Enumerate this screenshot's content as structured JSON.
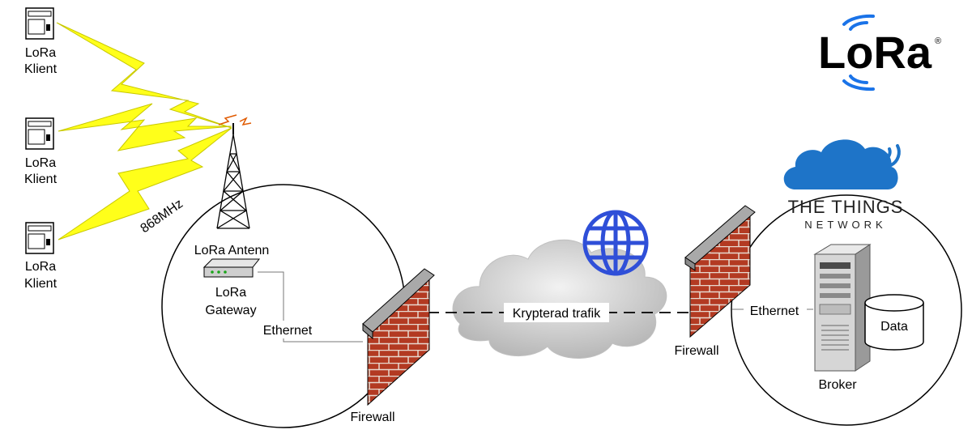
{
  "clients": [
    {
      "label_line1": "LoRa",
      "label_line2": "Klient"
    },
    {
      "label_line1": "LoRa",
      "label_line2": "Klient"
    },
    {
      "label_line1": "LoRa",
      "label_line2": "Klient"
    }
  ],
  "frequency_label": "868MHz",
  "antenna_label": "LoRa Antenn",
  "gateway_label_line1": "LoRa",
  "gateway_label_line2": "Gateway",
  "left_ethernet_label": "Ethernet",
  "left_firewall_label": "Firewall",
  "tunnel_label": "Krypterad trafik",
  "right_firewall_label": "Firewall",
  "right_ethernet_label": "Ethernet",
  "broker_label": "Broker",
  "data_label": "Data",
  "lora_logo": {
    "text": "LoRa",
    "registered": "®",
    "color": "#1a73e8"
  },
  "ttn_logo": {
    "title": "THE THINGS",
    "subtitle": "NETWORK",
    "cloud_color": "#1e74c8"
  },
  "colors": {
    "lightning": "#ffff1a",
    "brick": "#b33a22",
    "wall_cap": "#a9a9a9",
    "globe": "#2f4fd8",
    "cloud": "#c9c9c9"
  }
}
